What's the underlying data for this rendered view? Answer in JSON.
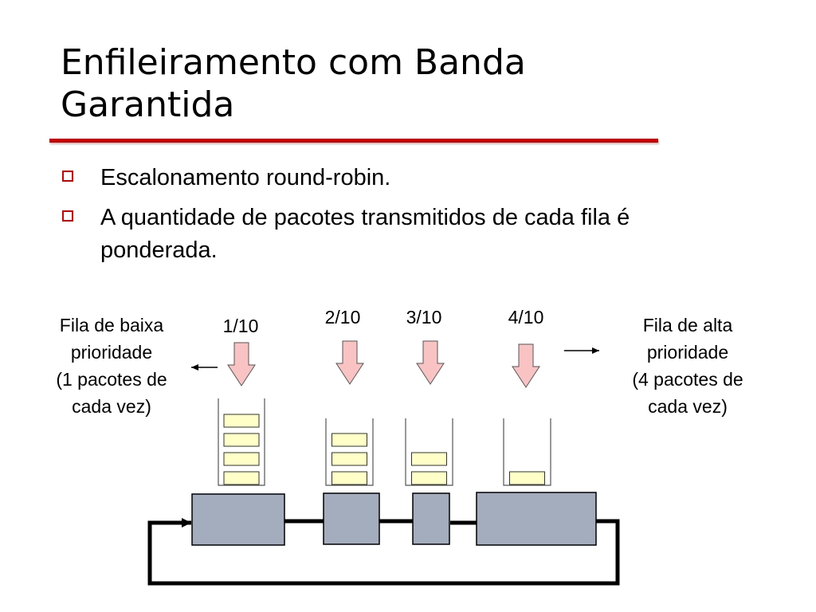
{
  "slide": {
    "title": "Enfileiramento com Banda Garantida",
    "title_rule_color": "#cc0000",
    "bullets": [
      "Escalonamento round-robin.",
      "A quantidade de pacotes transmitidos de cada fila é ponderada."
    ]
  },
  "diagram": {
    "left_label": [
      "Fila de baixa",
      "prioridade",
      "(1 pacotes de",
      "cada vez)"
    ],
    "right_label": [
      "Fila de alta",
      "prioridade",
      "(4 pacotes de",
      "cada vez)"
    ],
    "queues": [
      {
        "weight_label": "1/10",
        "packets": 4
      },
      {
        "weight_label": "2/10",
        "packets": 3
      },
      {
        "weight_label": "3/10",
        "packets": 2
      },
      {
        "weight_label": "4/10",
        "packets": 1
      }
    ],
    "colors": {
      "arrow_fill": "#f9c3c3",
      "packet_fill": "#ffffc8",
      "scheduler_fill": "#a3adbd"
    }
  }
}
